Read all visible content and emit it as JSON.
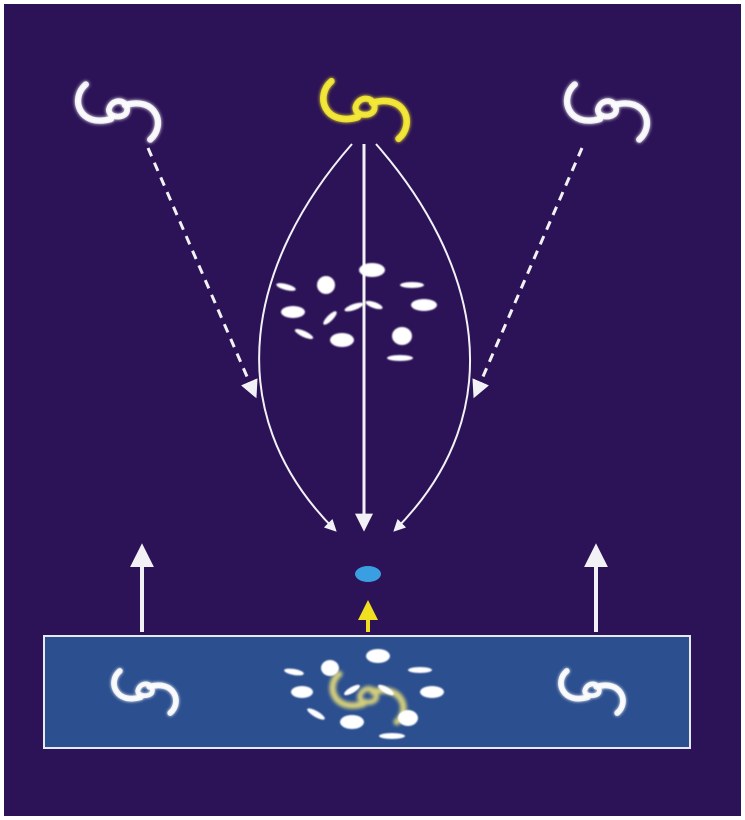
{
  "colors": {
    "page": "#ffffff",
    "background": "#2c1257",
    "observer_panel": "#2b4f8f",
    "observer_border": "#e6e9f2",
    "line_white": "#f2f2f6",
    "highlight_yellow": "#efe022",
    "image_dot_blue": "#3a9fe0"
  },
  "icons": {
    "galaxy": "spiral-galaxy-icon",
    "lens_cluster": "galaxy-cluster-icon",
    "image": "lensed-image-dot-icon"
  },
  "elements": {
    "source_galaxies": [
      {
        "name": "source-galaxy-left",
        "highlight": false
      },
      {
        "name": "source-galaxy-center",
        "highlight": true
      },
      {
        "name": "source-galaxy-right",
        "highlight": false
      }
    ],
    "observer_galaxies": [
      {
        "name": "observed-galaxy-left"
      },
      {
        "name": "observed-galaxy-right"
      }
    ],
    "rays": [
      {
        "name": "deflected-ray-left",
        "style": "solid"
      },
      {
        "name": "direct-ray-center",
        "style": "solid"
      },
      {
        "name": "deflected-ray-right",
        "style": "solid"
      },
      {
        "name": "undeflected-ray-left",
        "style": "dashed"
      },
      {
        "name": "undeflected-ray-right",
        "style": "dashed"
      }
    ],
    "upward_arrows": [
      {
        "name": "up-arrow-left",
        "color": "white"
      },
      {
        "name": "up-arrow-center",
        "color": "yellow"
      },
      {
        "name": "up-arrow-right",
        "color": "white"
      }
    ]
  }
}
